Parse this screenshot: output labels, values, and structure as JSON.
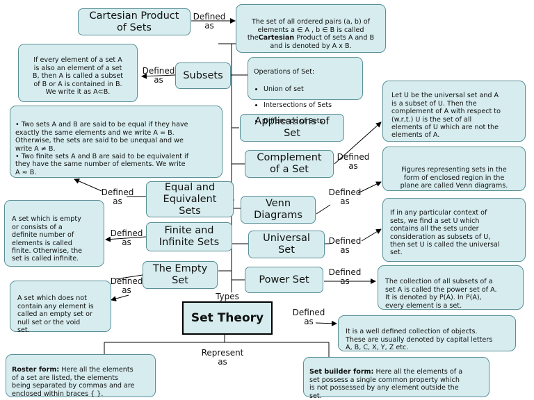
{
  "central": {
    "title": "Set Theory"
  },
  "rel": {
    "defined_as": "Defined\nas",
    "types": "Types",
    "represent_as": "Represent\nas"
  },
  "topics": {
    "cartesian": "Cartesian Product\nof Sets",
    "subsets": "Subsets",
    "applications": "Applications of\nSet",
    "complement": "Complement\nof a Set",
    "equal": "Equal and\nEquivalent\nSets",
    "venn": "Venn\nDiagrams",
    "finite": "Finite and\nInfinite Sets",
    "universal": "Universal\nSet",
    "empty": "The Empty\nSet",
    "power": "Power Set"
  },
  "definitions": {
    "cartesian_pre": "The set of all ordered pairs (a, b) of\nelements a ∈ A , b ∈ B is called the",
    "cartesian_kw": "Cartesian",
    "cartesian_post": " Product of sets A and B\nand is denoted by A x B.",
    "subsets": "If every element of a set A\nis also an element of a set\nB, then A is called a subset\nof B or A is contained in B.\nWe write it as A⊂B.",
    "operations_title": "Operations of Set:",
    "operations": [
      "Union of set",
      "Intersections of Sets",
      "Difference of Sets"
    ],
    "complement": "Let U be the universal set and A\nis a subset of U. Then the\ncomplement of A with respect to\n(w.r,t.) U is the set of all\nelements of U which are not the\nelements of A.",
    "equal": "• Two sets A and B are said to be equal if they have\nexactly the same elements and we write A = B.\nOtherwise, the sets are said to be unequal and we\nwrite A ≠ B.\n• Two finite sets A and B are said to be equivalent if\nthey have the same number of elements. We write\nA ≈ B.",
    "venn": "Figures representing sets in the\nform of enclosed region in the\nplane are called Venn diagrams.",
    "finite": "A set which is empty\nor consists of a\ndefinite number of\nelements is called\nfinite. Otherwise, the\nset is called infinite.",
    "universal": "If in any particular context of\nsets, we find a set U which\ncontains all the sets under\nconsideration as subsets of U,\nthen set U is called the universal\nset.",
    "empty": "A set which does not\ncontain any element is\ncalled an empty set or\nnull set or the void\nset.",
    "power": "The collection of all subsets of a\nset A is called the power set of A.\nIt is denoted by P(A). In P(A),\nevery element is a set.",
    "set_theory": "It is a well defined collection of objects.\nThese are usually denoted by capital letters\nA, B, C, X, Y, Z etc.",
    "roster_kw": "Roster form:",
    "roster": " Here all the elements\nof a set are listed, the elements\nbeing separated by commas and are\nenclosed within braces { }.",
    "builder_kw": "Set builder form:",
    "builder": " Here all the elements of a\nset possess a single common property which\nis not possessed by any element outside the\nset."
  }
}
